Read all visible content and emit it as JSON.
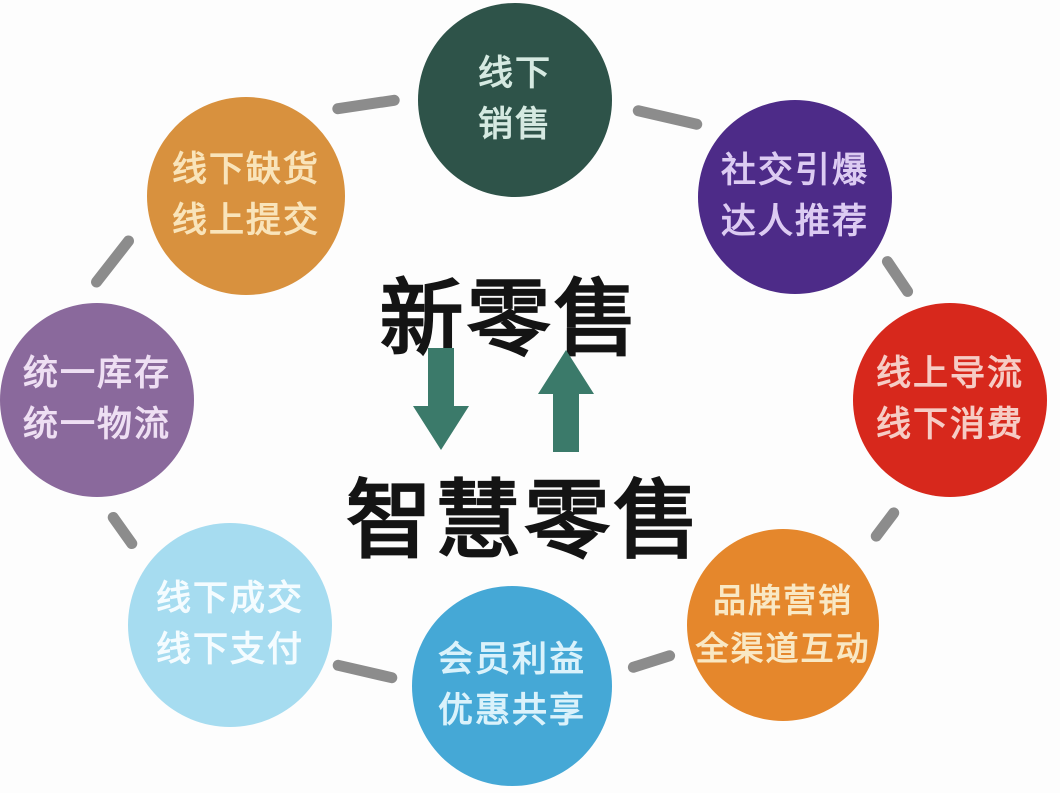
{
  "center": {
    "title_top": "新零售",
    "title_bottom": "智慧零售"
  },
  "colors": {
    "background": "#fdfdfd",
    "title_text": "#141414",
    "arrow": "#3b7a6a",
    "connector": "#8c8c8c"
  },
  "nodes": [
    {
      "id": "offline-sales",
      "lines": [
        "线下",
        "销售"
      ],
      "color": "#2e5349",
      "text_color": "#d5e9e1"
    },
    {
      "id": "social-buzz",
      "lines": [
        "社交引爆",
        "达人推荐"
      ],
      "color": "#4d2b88",
      "text_color": "#dccbf2"
    },
    {
      "id": "online-to-offline",
      "lines": [
        "线上导流",
        "线下消费"
      ],
      "color": "#d7281c",
      "text_color": "#f6ccc5"
    },
    {
      "id": "brand-marketing",
      "lines": [
        "品牌营销",
        "全渠道互动"
      ],
      "color": "#e5872c",
      "text_color": "#f9e8c4"
    },
    {
      "id": "member-benefits",
      "lines": [
        "会员利益",
        "优惠共享"
      ],
      "color": "#45a8d6",
      "text_color": "#daf2fb"
    },
    {
      "id": "offline-payment",
      "lines": [
        "线下成交",
        "线下支付"
      ],
      "color": "#a6dcf0",
      "text_color": "#f4fcff"
    },
    {
      "id": "unified-logistics",
      "lines": [
        "统一库存",
        "统一物流"
      ],
      "color": "#8a699c",
      "text_color": "#eedff3"
    },
    {
      "id": "offline-shortage",
      "lines": [
        "线下缺货",
        "线上提交"
      ],
      "color": "#d8913e",
      "text_color": "#f9e4ba"
    }
  ]
}
